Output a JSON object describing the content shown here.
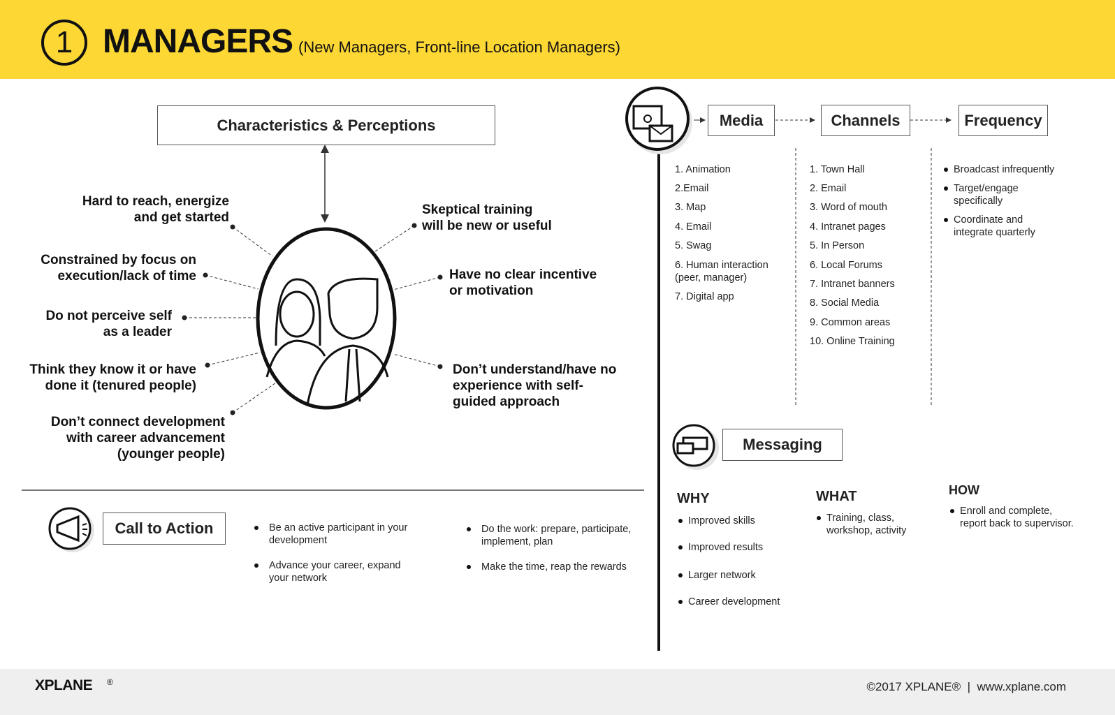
{
  "header": {
    "number": "1",
    "title": "MANAGERS",
    "subtitle": "(New Managers, Front-line Location Managers)"
  },
  "characteristics": {
    "title": "Characteristics & Perceptions",
    "left": [
      "Hard to reach, energize\nand get started",
      "Constrained by focus on\nexecution/lack of time",
      "Do not perceive self\nas a leader",
      "Think they know it or have\ndone it (tenured people)",
      "Don’t connect development\nwith career advancement\n(younger people)"
    ],
    "right": [
      "Skeptical training\nwill be new or useful",
      "Have no clear incentive\nor motivation",
      "Don’t understand/have no\nexperience with self-\nguided approach"
    ]
  },
  "flow": {
    "media": "Media",
    "channels": "Channels",
    "frequency": "Frequency"
  },
  "media_items": [
    "1. Animation",
    "2.Email",
    "3. Map",
    "4. Email",
    "5. Swag",
    "6. Human interaction\n    (peer, manager)",
    "7. Digital app"
  ],
  "channel_items": [
    "1. Town Hall",
    "2. Email",
    "3. Word of mouth",
    "4. Intranet pages",
    "5. In Person",
    "6. Local Forums",
    "7. Intranet banners",
    "8. Social Media",
    "9. Common areas",
    "10. Online Training"
  ],
  "frequency_items": [
    "Broadcast infrequently",
    "Target/engage\nspecifically",
    "Coordinate and\nintegrate quarterly"
  ],
  "messaging": {
    "title": "Messaging",
    "why": "WHY",
    "why_items": [
      "Improved skills",
      "Improved results",
      "Larger network",
      "Career development"
    ],
    "what": "WHAT",
    "what_items": [
      "Training, class,\nworkshop, activity"
    ],
    "how": "HOW",
    "how_items": [
      "Enroll and complete,\nreport back to supervisor."
    ]
  },
  "cta": {
    "title": "Call to Action",
    "items": [
      "Be an active participant in your\ndevelopment",
      "Advance your career, expand\nyour network",
      "Do the work: prepare, participate,\nimplement, plan",
      "Make the time, reap the rewards"
    ]
  },
  "footer": {
    "logo": "XPLANE",
    "copyright": "©2017 XPLANE®  |  www.xplane.com"
  },
  "colors": {
    "accent": "#fdd835"
  }
}
